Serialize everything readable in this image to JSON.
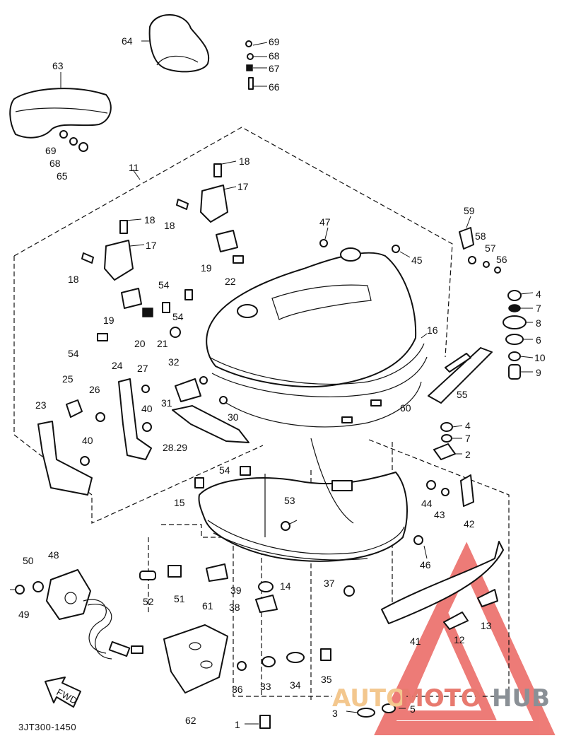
{
  "diagram": {
    "drawing_code": "3JT300-1450",
    "direction_marker": "FWD",
    "labels": [
      {
        "id": "l64",
        "text": "64"
      },
      {
        "id": "l69a",
        "text": "69"
      },
      {
        "id": "l68a",
        "text": "68"
      },
      {
        "id": "l67",
        "text": "67"
      },
      {
        "id": "l66",
        "text": "66"
      },
      {
        "id": "l63",
        "text": "63"
      },
      {
        "id": "l69b",
        "text": "69"
      },
      {
        "id": "l68b",
        "text": "68"
      },
      {
        "id": "l65",
        "text": "65"
      },
      {
        "id": "l11",
        "text": "11"
      },
      {
        "id": "l18a",
        "text": "18"
      },
      {
        "id": "l17a",
        "text": "17"
      },
      {
        "id": "l18b",
        "text": "18"
      },
      {
        "id": "l18c",
        "text": "18"
      },
      {
        "id": "l17b",
        "text": "17"
      },
      {
        "id": "l18d",
        "text": "18"
      },
      {
        "id": "l47",
        "text": "47"
      },
      {
        "id": "l19a",
        "text": "19"
      },
      {
        "id": "l22",
        "text": "22"
      },
      {
        "id": "l59",
        "text": "59"
      },
      {
        "id": "l58",
        "text": "58"
      },
      {
        "id": "l57",
        "text": "57"
      },
      {
        "id": "l56",
        "text": "56"
      },
      {
        "id": "l45",
        "text": "45"
      },
      {
        "id": "l54a",
        "text": "54"
      },
      {
        "id": "l54b",
        "text": "54"
      },
      {
        "id": "l19b",
        "text": "19"
      },
      {
        "id": "l20",
        "text": "20"
      },
      {
        "id": "l21",
        "text": "21"
      },
      {
        "id": "l54c",
        "text": "54"
      },
      {
        "id": "l4a",
        "text": "4"
      },
      {
        "id": "l7a",
        "text": "7"
      },
      {
        "id": "l8",
        "text": "8"
      },
      {
        "id": "l6",
        "text": "6"
      },
      {
        "id": "l10",
        "text": "10"
      },
      {
        "id": "l9",
        "text": "9"
      },
      {
        "id": "l16",
        "text": "16"
      },
      {
        "id": "l24",
        "text": "24"
      },
      {
        "id": "l27",
        "text": "27"
      },
      {
        "id": "l32",
        "text": "32"
      },
      {
        "id": "l25",
        "text": "25"
      },
      {
        "id": "l26",
        "text": "26"
      },
      {
        "id": "l23",
        "text": "23"
      },
      {
        "id": "l31",
        "text": "31"
      },
      {
        "id": "l40a",
        "text": "40"
      },
      {
        "id": "l30",
        "text": "30"
      },
      {
        "id": "l60",
        "text": "60"
      },
      {
        "id": "l55",
        "text": "55"
      },
      {
        "id": "l4b",
        "text": "4"
      },
      {
        "id": "l7b",
        "text": "7"
      },
      {
        "id": "l2",
        "text": "2"
      },
      {
        "id": "l40b",
        "text": "40"
      },
      {
        "id": "l2829",
        "text": "28.29"
      },
      {
        "id": "l54d",
        "text": "54"
      },
      {
        "id": "l15",
        "text": "15"
      },
      {
        "id": "l44",
        "text": "44"
      },
      {
        "id": "l43",
        "text": "43"
      },
      {
        "id": "l42",
        "text": "42"
      },
      {
        "id": "l53",
        "text": "53"
      },
      {
        "id": "l50",
        "text": "50"
      },
      {
        "id": "l48",
        "text": "48"
      },
      {
        "id": "l46",
        "text": "46"
      },
      {
        "id": "l37",
        "text": "37"
      },
      {
        "id": "l14",
        "text": "14"
      },
      {
        "id": "l39",
        "text": "39"
      },
      {
        "id": "l38",
        "text": "38"
      },
      {
        "id": "l49",
        "text": "49"
      },
      {
        "id": "l52",
        "text": "52"
      },
      {
        "id": "l51",
        "text": "51"
      },
      {
        "id": "l61",
        "text": "61"
      },
      {
        "id": "l13",
        "text": "13"
      },
      {
        "id": "l12",
        "text": "12"
      },
      {
        "id": "l41",
        "text": "41"
      },
      {
        "id": "l36",
        "text": "36"
      },
      {
        "id": "l33",
        "text": "33"
      },
      {
        "id": "l34",
        "text": "34"
      },
      {
        "id": "l35",
        "text": "35"
      },
      {
        "id": "l62",
        "text": "62"
      },
      {
        "id": "l3",
        "text": "3"
      },
      {
        "id": "l5",
        "text": "5"
      },
      {
        "id": "l1",
        "text": "1"
      }
    ]
  },
  "watermark": {
    "part1": "AUTO",
    "part2": "MOTO",
    "part3": "HUB",
    "colors": {
      "auto": "#f3c78e",
      "moto": "#e87a6f",
      "hub": "#8a9096",
      "triangle": "#e8504a"
    }
  }
}
